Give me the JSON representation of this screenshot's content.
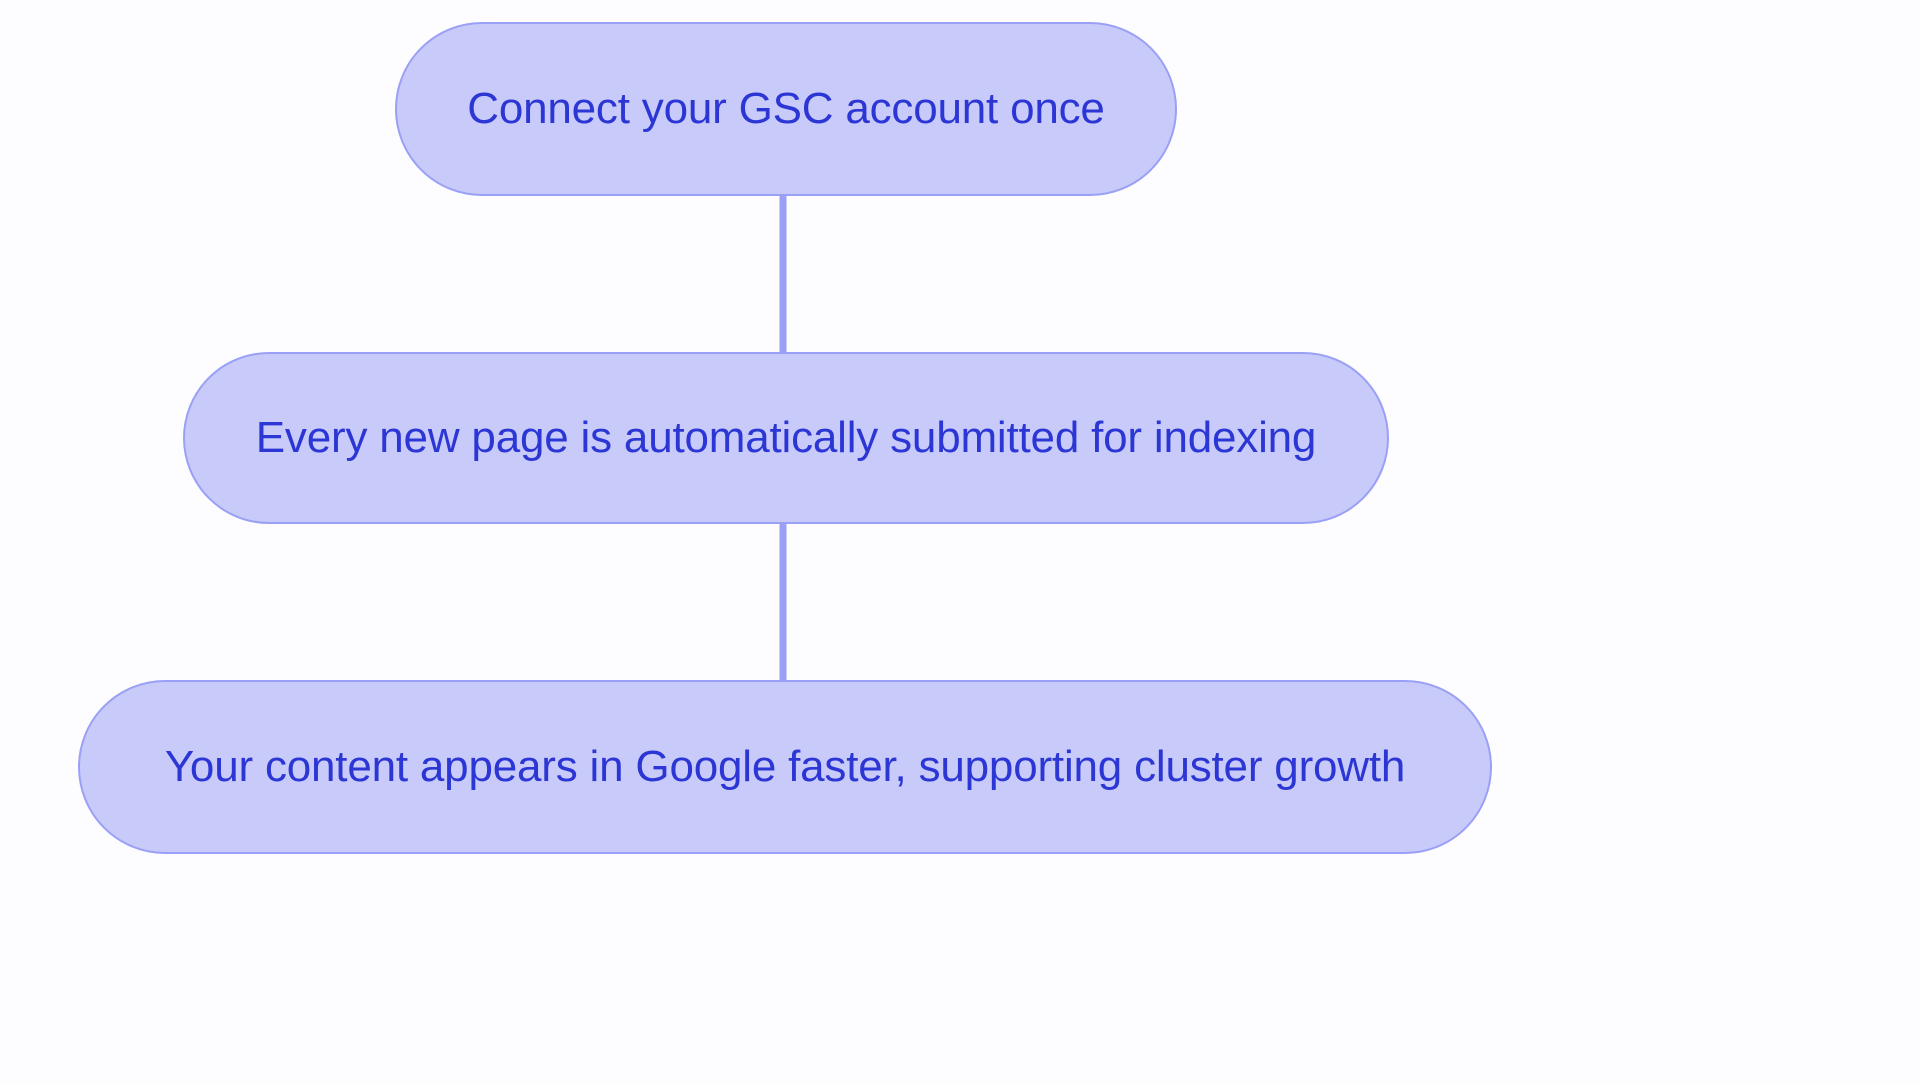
{
  "diagram": {
    "type": "flowchart",
    "orientation": "top-to-bottom",
    "background_color": "#fdfdff",
    "node_fill_color": "#c8cbfa",
    "node_border_color": "#9aa0f5",
    "node_text_color": "#2c36d4",
    "edge_color": "#9aa0f5",
    "nodes": [
      {
        "id": "connect-gsc",
        "label": "Connect your GSC account once",
        "shape": "stadium"
      },
      {
        "id": "auto-submit",
        "label": "Every new page is automatically submitted for indexing",
        "shape": "stadium"
      },
      {
        "id": "faster-indexing",
        "label": "Your content appears in Google faster, supporting cluster growth",
        "shape": "stadium"
      }
    ],
    "edges": [
      {
        "id": "edge-1",
        "from": "connect-gsc",
        "to": "auto-submit",
        "label": "",
        "arrowhead": "triangle"
      },
      {
        "id": "edge-2",
        "from": "auto-submit",
        "to": "faster-indexing",
        "label": "",
        "arrowhead": "triangle"
      }
    ]
  }
}
